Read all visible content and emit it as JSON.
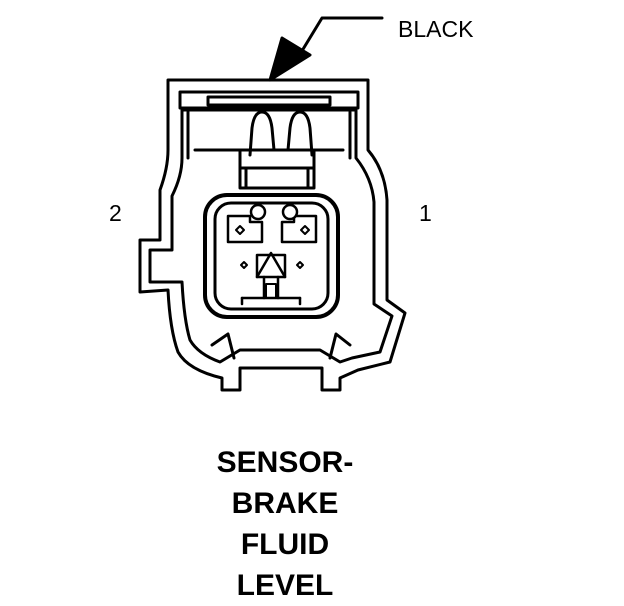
{
  "callout": {
    "color_label": "BLACK"
  },
  "pins": {
    "left": "2",
    "right": "1"
  },
  "title": {
    "lines": [
      "SENSOR-",
      "BRAKE",
      "FLUID",
      "LEVEL"
    ]
  }
}
